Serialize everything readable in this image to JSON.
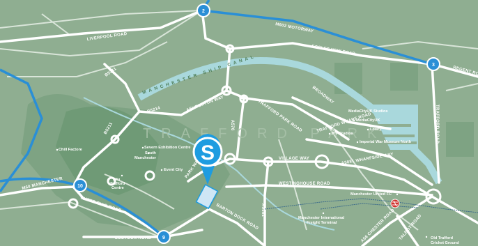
{
  "area_label": "TRAFFORD PARK",
  "canal_label": "MANCHESTER SHIP CANAL",
  "roads": {
    "motorway": "M602 MOTORWAY",
    "ecclesNew": "ECCLES NEW ROAD",
    "regent": "REGENT ROAD",
    "liverpool": "LIVERPOOL ROAD",
    "b5211": "B5211",
    "b5214": "B5214",
    "b5211b": "B5211",
    "ashburton": "ASHBURTON WAY",
    "a576": "A576",
    "traffordPark": "TRAFFORD PARK ROAD",
    "broadway": "BROADWAY",
    "traffordWharf": "TRAFFORD WHARF ROAD",
    "traffordRoad": "TRAFFORD ROAD",
    "village": "VILLAGE WAY",
    "a5081": "A5081 WHARFSIDE WAY",
    "westinghouse": "WESTINGHOUSE ROAD",
    "parkWay": "PARK WAY",
    "m60": "M60 MANCHESTER",
    "outerRing": "OUTER RING ROAD",
    "bartonDock": "BARTON DOCK ROAD",
    "a5181": "A5181",
    "lostock": "LOSTOCK ROAD",
    "chester": "A56 CHESTER ROAD",
    "talbot": "TALBOT ROAD"
  },
  "junctions": [
    "2",
    "3",
    "10",
    "9"
  ],
  "pois": {
    "chill": "Chill Factore",
    "severnex": "Severn Exhibition Centre",
    "south1": "South",
    "south2": "Manchester",
    "event": "Event City",
    "intu1": "intu",
    "intu2": "Trafford",
    "intu3": "Centre",
    "mediaStudios": "MediaCityUK Studios",
    "mediaCity": "MediaCityUK",
    "itv": "ITV Studios",
    "lowry": "Lowry",
    "iwm": "Imperial War Museum North",
    "manu": "Manchester United FC",
    "freight1": "Manchester International",
    "freight2": "Freight Terminal",
    "cricket1": "Old Trafford",
    "cricket2": "Cricket Ground"
  },
  "colors": {
    "land": "#8fae91",
    "road": "#ffffff",
    "water": "#a9d8dc",
    "motorway": "#2a8fd6",
    "park": "#6f9a76",
    "marker": "#1e9ce0",
    "rail": "#3b6b8a",
    "station": "#d0302c"
  },
  "marker_label": "S",
  "station_icon": "rail-station-icon"
}
